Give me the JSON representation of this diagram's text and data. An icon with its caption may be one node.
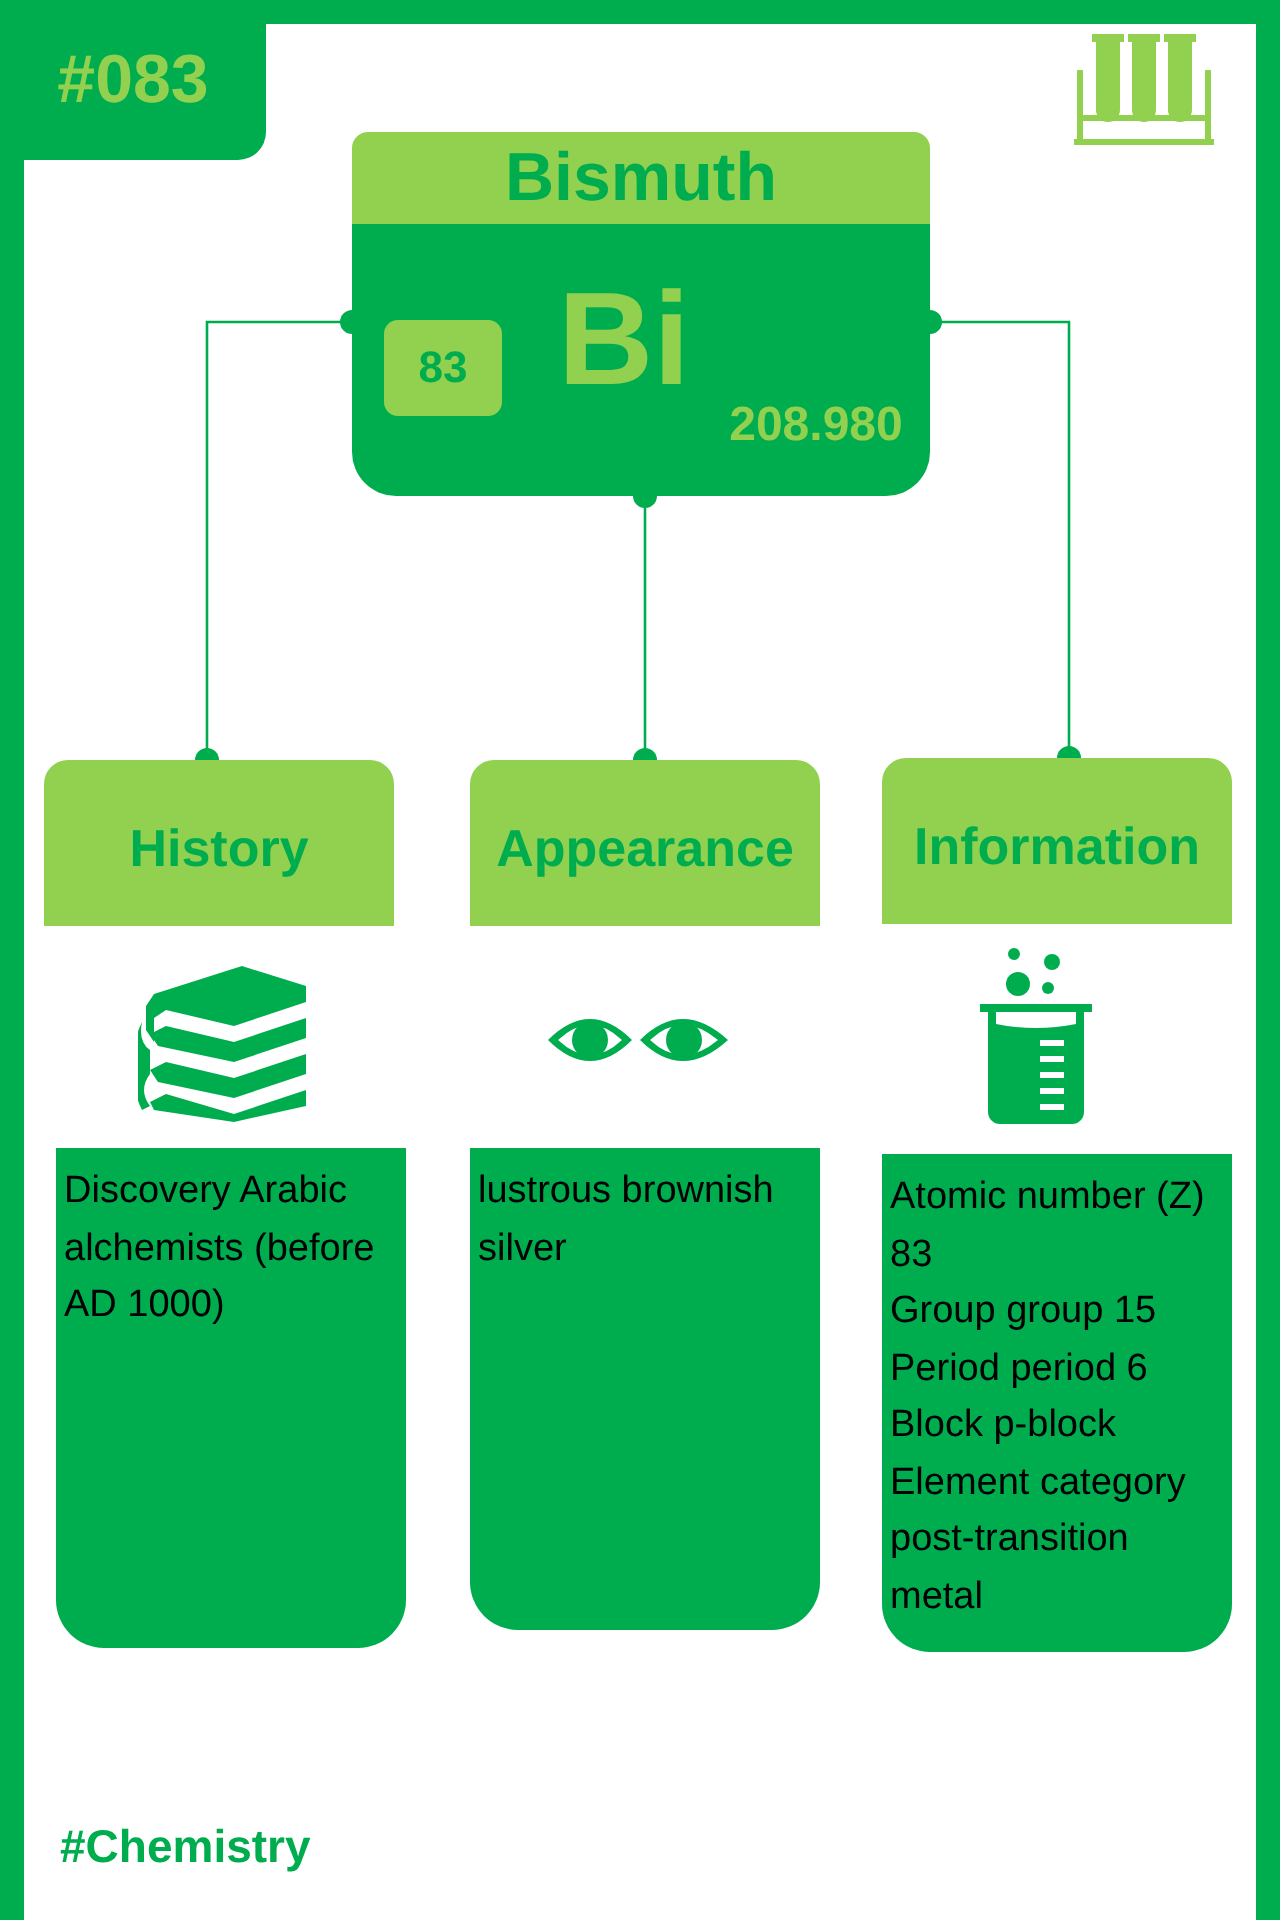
{
  "diagram": {
    "nodes": [
      {
        "text": [
          "Bismuth",
          "Bi",
          "208.980"
        ]
      },
      {
        "text": [
          "83"
        ],
        "in": 0
      },
      {
        "text": [
          "#083"
        ]
      },
      {
        "text": [
          "History"
        ]
      },
      {
        "text": [
          "Appearance"
        ]
      },
      {
        "text": [
          "Information"
        ]
      },
      {
        "text": [
          "Discovery Arabic alchemists (before AD 1000)"
        ]
      },
      {
        "text": [
          "lustrous brownish silver"
        ]
      },
      {
        "text": [
          "Atomic number (Z) 83",
          "Group group 15",
          "Period period 6",
          "Block p-block",
          "Element category post-transition metal"
        ]
      }
    ],
    "edges": [
      {
        "from": 0,
        "to": 3,
        "arrow": "other"
      },
      {
        "from": 0,
        "to": 4,
        "arrow": "other"
      },
      {
        "from": 0,
        "to": 5,
        "arrow": "other"
      }
    ],
    "labels": [
      "#Chemistry"
    ]
  }
}
